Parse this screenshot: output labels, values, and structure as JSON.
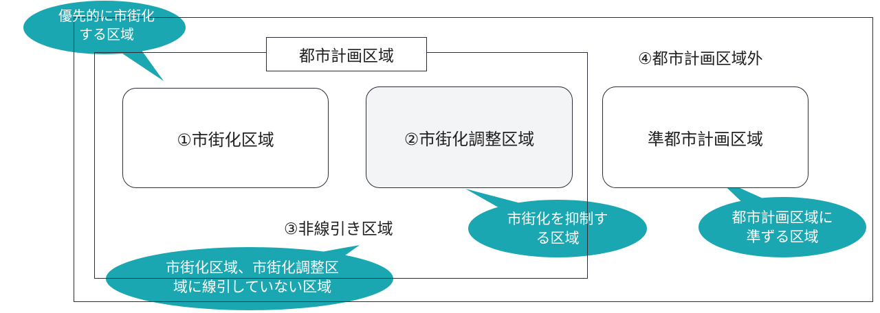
{
  "labels": {
    "city_planning_area": "都市計画区域",
    "urbanization_area": "①市街化区域",
    "urbanization_control_area": "②市街化調整区域",
    "undesignated_area": "③非線引き区域",
    "outside_city_planning": "④都市計画区域外",
    "quasi_city_planning": "準都市計画区域"
  },
  "callouts": {
    "urbanization_priority": "優先的に市街化\nする区域",
    "urbanization_suppression": "市街化を抑制す\nる区域",
    "quasi_note": "都市計画区域に\n準ずる区域",
    "undesignated_note": "市街化区域、市街化調整区\n域に線引していない区域"
  },
  "colors": {
    "callout_fill": "#1aa7b1",
    "line": "#2b2b38",
    "control_area_fill": "#f3f4f6"
  }
}
